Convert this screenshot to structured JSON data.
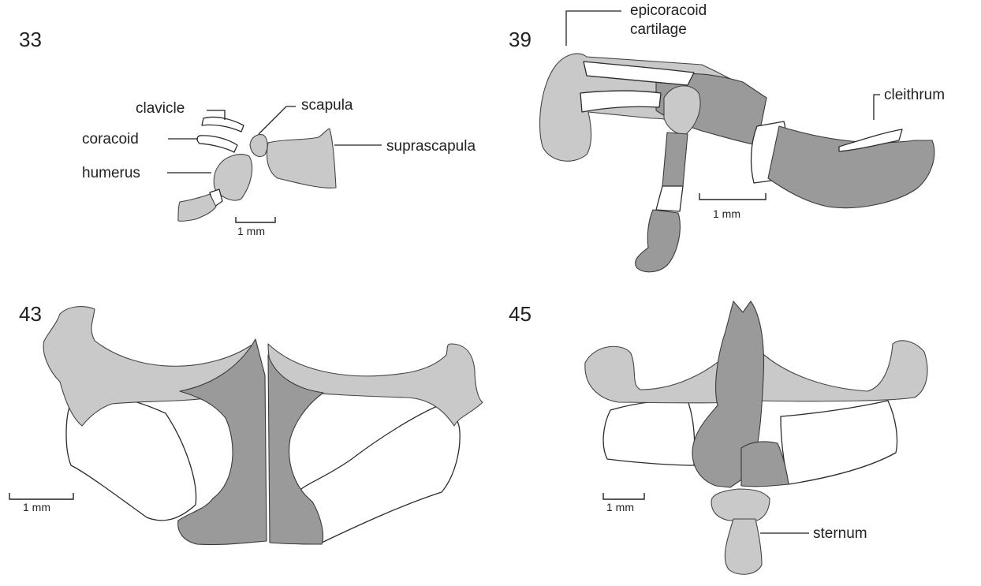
{
  "panels": {
    "p33": {
      "number": "33",
      "labels": {
        "clavicle": "clavicle",
        "scapula": "scapula",
        "coracoid": "coracoid",
        "suprascapula": "suprascapula",
        "humerus": "humerus"
      },
      "scale": "1 mm"
    },
    "p39": {
      "number": "39",
      "labels": {
        "epicoracoid_line1": "epicoracoid",
        "epicoracoid_line2": "cartilage",
        "cleithrum": "cleithrum"
      },
      "scale": "1 mm"
    },
    "p43": {
      "number": "43",
      "scale": "1 mm"
    },
    "p45": {
      "number": "45",
      "labels": {
        "sternum": "sternum"
      },
      "scale": "1 mm"
    }
  }
}
